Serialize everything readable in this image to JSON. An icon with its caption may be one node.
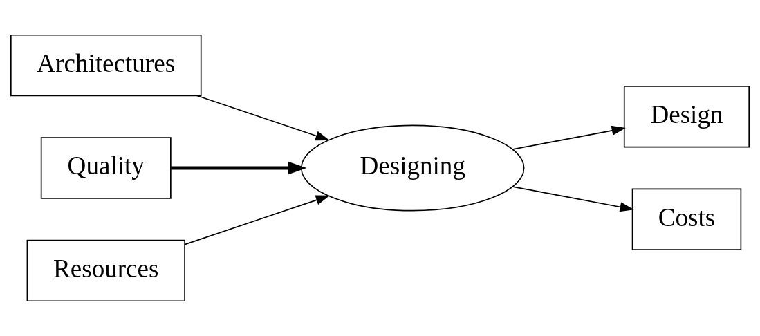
{
  "diagram": {
    "nodes": [
      {
        "text": [
          "Architectures"
        ]
      },
      {
        "text": [
          "Quality"
        ]
      },
      {
        "text": [
          "Designing"
        ]
      },
      {
        "text": [
          "Resources"
        ]
      },
      {
        "text": [
          "Design"
        ]
      },
      {
        "text": [
          "Costs"
        ]
      }
    ],
    "edges": [
      {
        "from": 0,
        "to": 2,
        "arrow": "to"
      },
      {
        "from": 1,
        "to": 2,
        "arrow": "to",
        "style": "thick"
      },
      {
        "from": 3,
        "to": 2,
        "arrow": "to"
      },
      {
        "from": 2,
        "to": 4,
        "arrow": "to"
      },
      {
        "from": 2,
        "to": 5,
        "arrow": "to"
      }
    ]
  }
}
